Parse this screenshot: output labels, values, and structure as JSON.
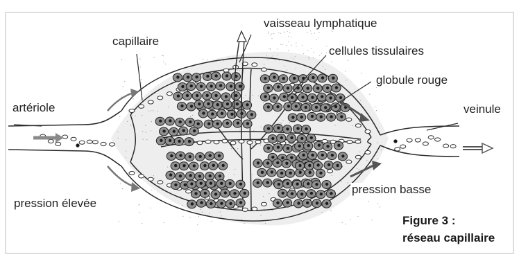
{
  "figure": {
    "caption_line1": "Figure 3 :",
    "caption_line2": "réseau capillaire"
  },
  "labels": {
    "lymph_vessel": "vaisseau lymphatique",
    "capillary": "capillaire",
    "tissue_cells": "cellules tissulaires",
    "red_cell": "globule rouge",
    "arteriole": "artériole",
    "venule": "veinule",
    "high_pressure": "pression élevée",
    "low_pressure": "pression basse"
  },
  "colors": {
    "line": "#2a2a2a",
    "cell_fill": "#8f8f8f",
    "cell_dark": "#555555",
    "nucleus": "#1c1c1c",
    "flow_arrow": "#777777",
    "interstitial": "#eeeeee",
    "caption_text": "#1a1a1a"
  }
}
